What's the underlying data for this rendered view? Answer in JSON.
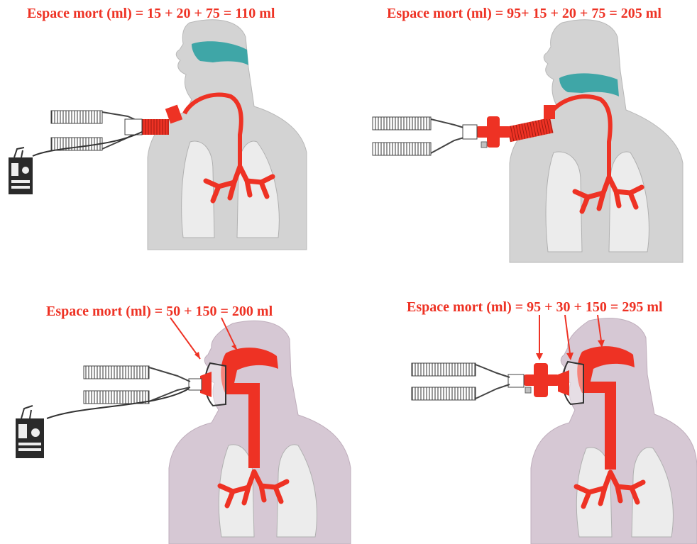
{
  "captions": {
    "top_left": "Espace mort  (ml) = 15 + 20 + 75 =  110 ml",
    "top_right": "Espace mort  (ml) = 95+ 15 + 20 + 75 =  205 ml",
    "bottom_left": "Espace mort  (ml) = 50  + 150 =  200 ml",
    "bottom_right": "Espace mort  (ml) = 95 + 30 + 150 =  295 ml"
  },
  "colors": {
    "caption_red": "#ee3224",
    "airway_red": "#ee3224",
    "nasal_teal": "#3fa6a7",
    "body_gray": "#d3d3d3",
    "body_mauve": "#d6c8d4",
    "lung": "#ececec",
    "device_dark": "#2a2a2a"
  },
  "icons": [
    "ventilator-monitor-icon",
    "hme-filter-icon",
    "face-mask-icon",
    "corrugated-tubing-icon"
  ]
}
